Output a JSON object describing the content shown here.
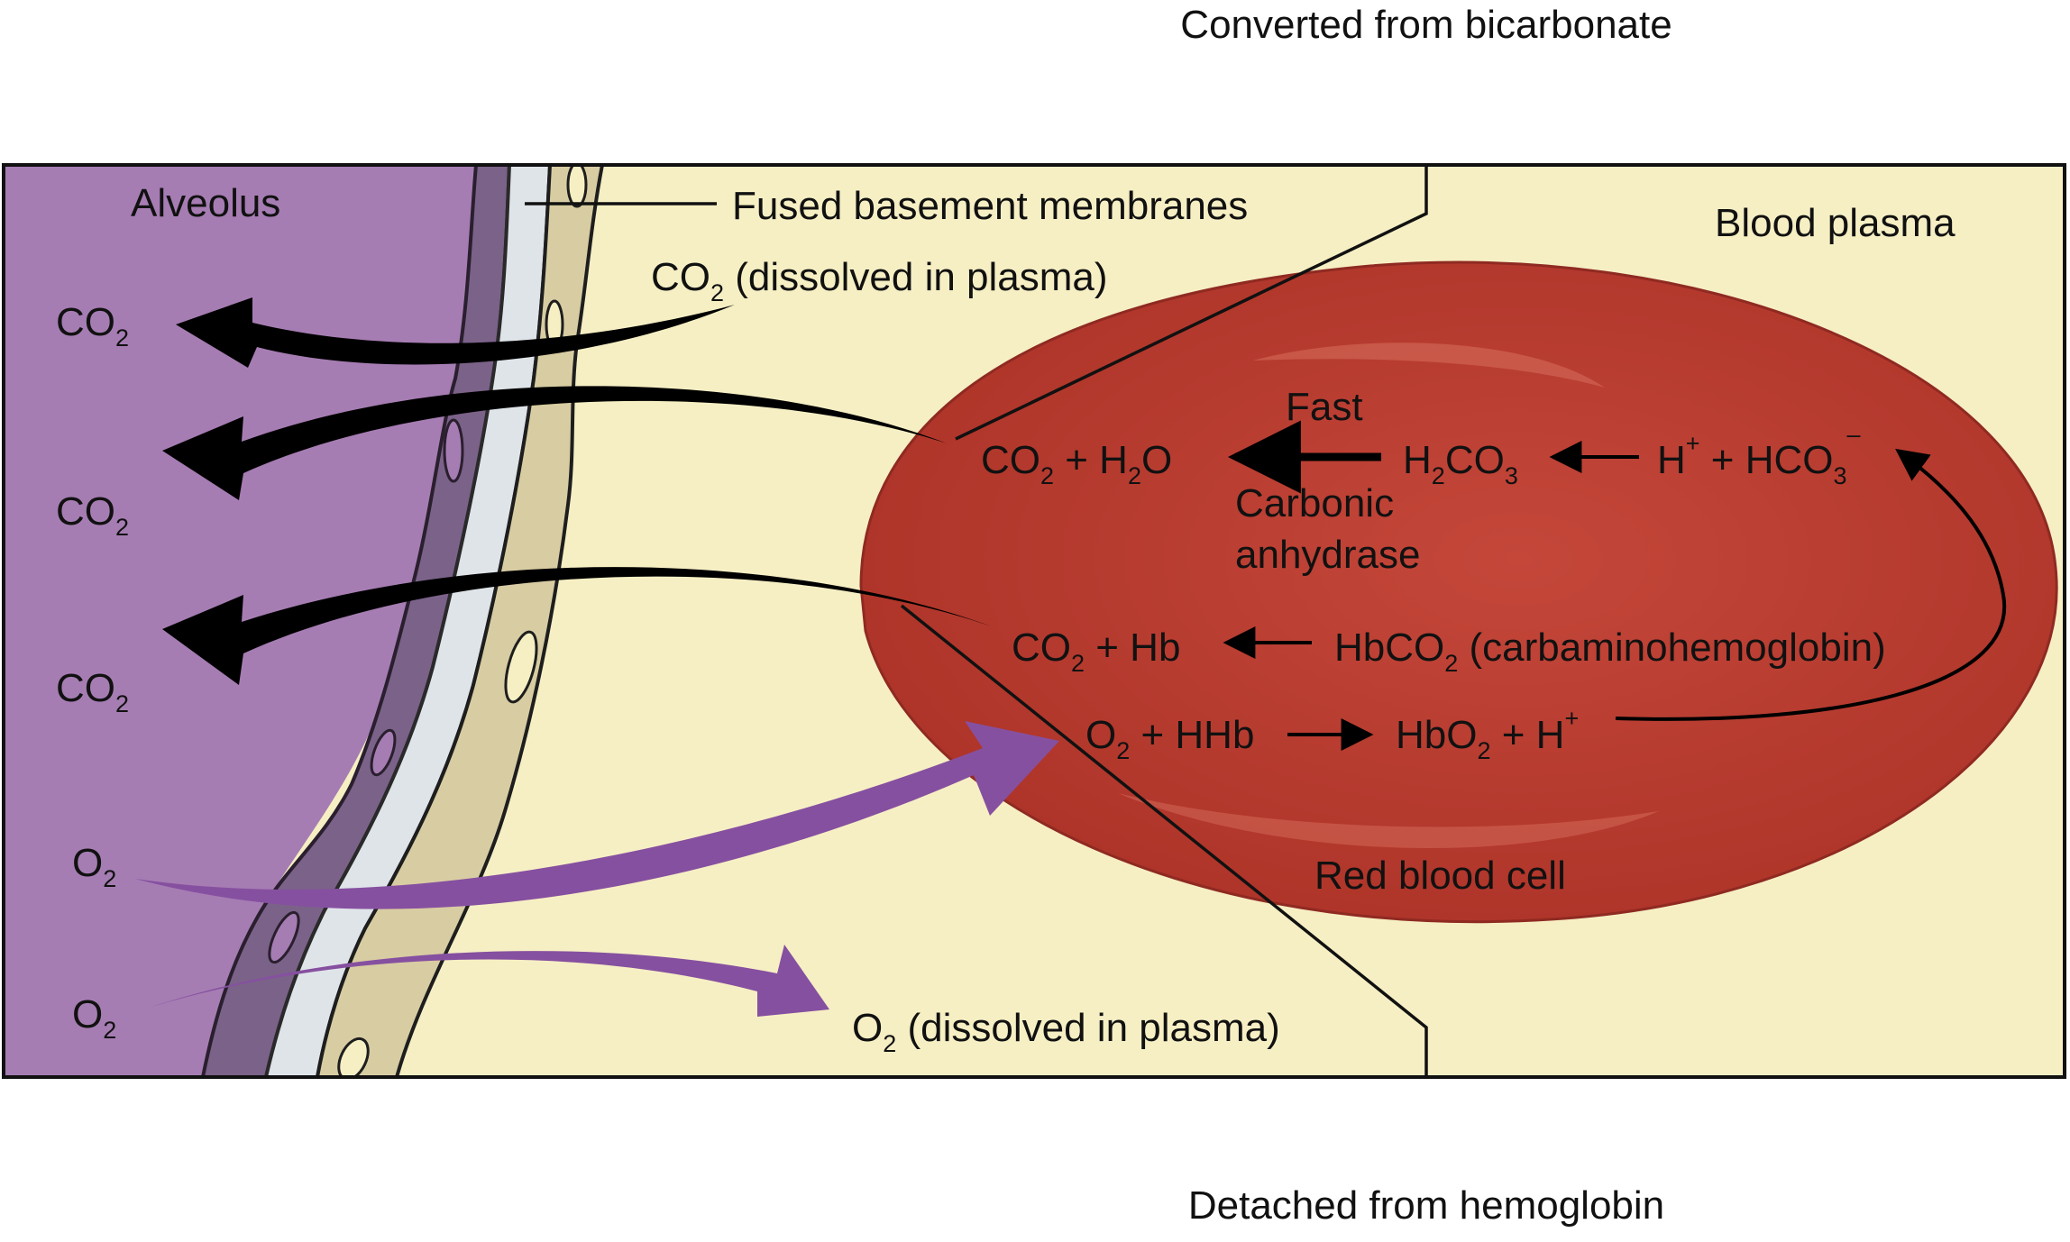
{
  "colors": {
    "alveolus": "#a67db3",
    "plasma": "#f6efc4",
    "membrane_dark": "#7b6289",
    "membrane_light": "#dfe4e9",
    "tissue": "#d8cca2",
    "rbc": "#b93c30",
    "co2_arrow": "#000000",
    "o2_arrow": "#8650a0"
  },
  "labels": {
    "converted": "Converted from bicarbonate",
    "detached": "Detached from hemoglobin",
    "alveolus": "Alveolus",
    "fused": "Fused basement membranes",
    "blood_plasma": "Blood plasma",
    "red_blood_cell": "Red blood cell",
    "fast": "Fast",
    "carbonic": "Carbonic",
    "anhydrase": "anhydrase"
  },
  "alveolus_gases": {
    "co2_main": "CO",
    "co2_sub": "2",
    "o2_main": "O",
    "o2_sub": "2"
  },
  "plasma_dissolved": {
    "co2_main": "CO",
    "co2_sub": "2",
    "co2_rest": " (dissolved in plasma)",
    "o2_main": "O",
    "o2_sub": "2",
    "o2_rest": " (dissolved in plasma)"
  },
  "reactions": {
    "r1_left": {
      "co": "CO",
      "s1": "2",
      "plus_h": " + H",
      "s2": "2",
      "o": "O"
    },
    "r1_mid": {
      "h": "H",
      "s1": "2",
      "co": "CO",
      "s2": "3"
    },
    "r1_right": {
      "h": "H",
      "sup1": "+",
      "plus": " + HCO",
      "s": "3",
      "sup2": "–"
    },
    "r2_left": {
      "co": "CO",
      "s": "2",
      "rest": " + Hb"
    },
    "r2_right": {
      "hbco": "HbCO",
      "s": "2",
      "rest": " (carbaminohemoglobin)"
    },
    "r3_left": {
      "o": "O",
      "s": "2",
      "rest": " + HHb"
    },
    "r3_right": {
      "hbo": "HbO",
      "s": "2",
      "rest": " + H",
      "sup": "+"
    }
  }
}
